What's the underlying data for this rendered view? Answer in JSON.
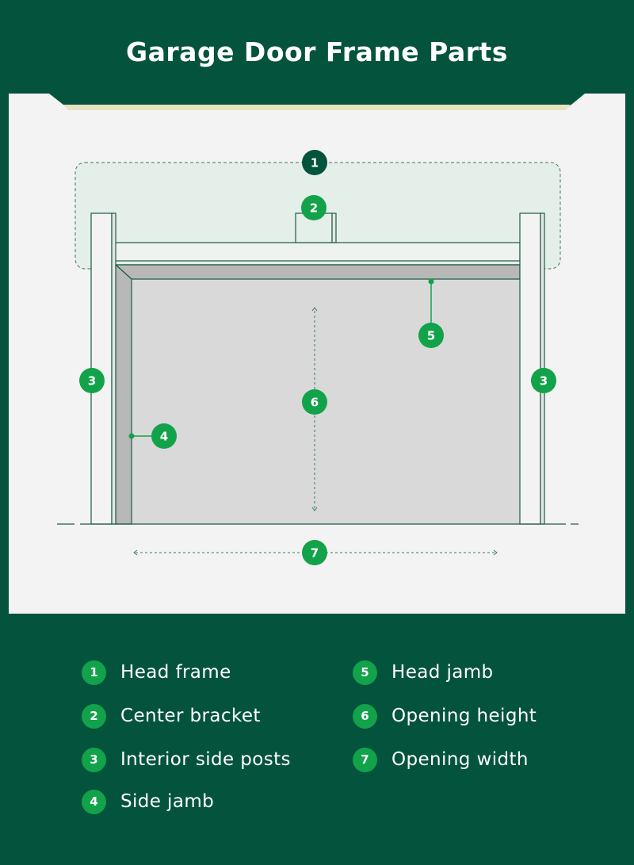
{
  "title": "Garage Door Frame Parts",
  "colors": {
    "background": "#04533d",
    "panel": "#f2f3f2",
    "accent": "#12a24a",
    "line": "#1f5a43",
    "door": "#d9d9d9"
  },
  "callouts": {
    "head_frame": "1",
    "center_bracket": "2",
    "side_post_left": "3",
    "side_post_right": "3",
    "side_jamb": "4",
    "head_jamb": "5",
    "opening_height": "6",
    "opening_width": "7"
  },
  "legend": {
    "left": [
      {
        "num": "1",
        "label": "Head frame"
      },
      {
        "num": "2",
        "label": "Center bracket"
      },
      {
        "num": "3",
        "label": "Interior side posts"
      },
      {
        "num": "4",
        "label": "Side jamb"
      }
    ],
    "right": [
      {
        "num": "5",
        "label": "Head jamb"
      },
      {
        "num": "6",
        "label": "Opening height"
      },
      {
        "num": "7",
        "label": "Opening width"
      }
    ]
  }
}
